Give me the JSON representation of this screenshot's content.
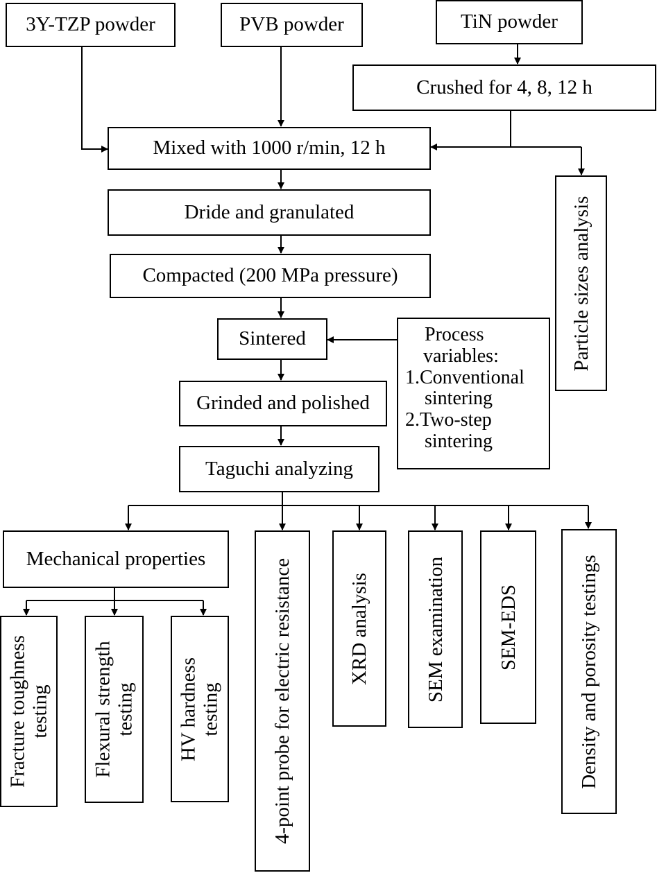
{
  "inputs": {
    "ytzp": "3Y-TZP powder",
    "pvb": "PVB powder",
    "tin": "TiN powder"
  },
  "steps": {
    "crushed": "Crushed for 4, 8, 12 h",
    "mixed": "Mixed with 1000 r/min, 12 h",
    "dried": "Dride and granulated",
    "compacted": "Compacted (200 MPa pressure)",
    "sintered": "Sintered",
    "grinded": "Grinded and polished",
    "taguchi": "Taguchi analyzing"
  },
  "particle_analysis": "Particle sizes analysis",
  "process_variables": {
    "title_1": "Process",
    "title_2": "variables:",
    "item1_1": "1.Conventional",
    "item1_2": "sintering",
    "item2_1": "2.Two-step",
    "item2_2": "sintering"
  },
  "outputs": {
    "mechanical": "Mechanical properties",
    "probe": "4-point probe for electric resistance",
    "xrd": "XRD analysis",
    "sem": "SEM examination",
    "semeds": "SEM-EDS",
    "density": "Density and porosity testings"
  },
  "mechanical_tests": {
    "fracture_1": "Fracture toughness",
    "fracture_2": "testing",
    "flexural_1": "Flexural strength",
    "flexural_2": "testing",
    "hv_1": "HV hardness",
    "hv_2": "testing"
  }
}
